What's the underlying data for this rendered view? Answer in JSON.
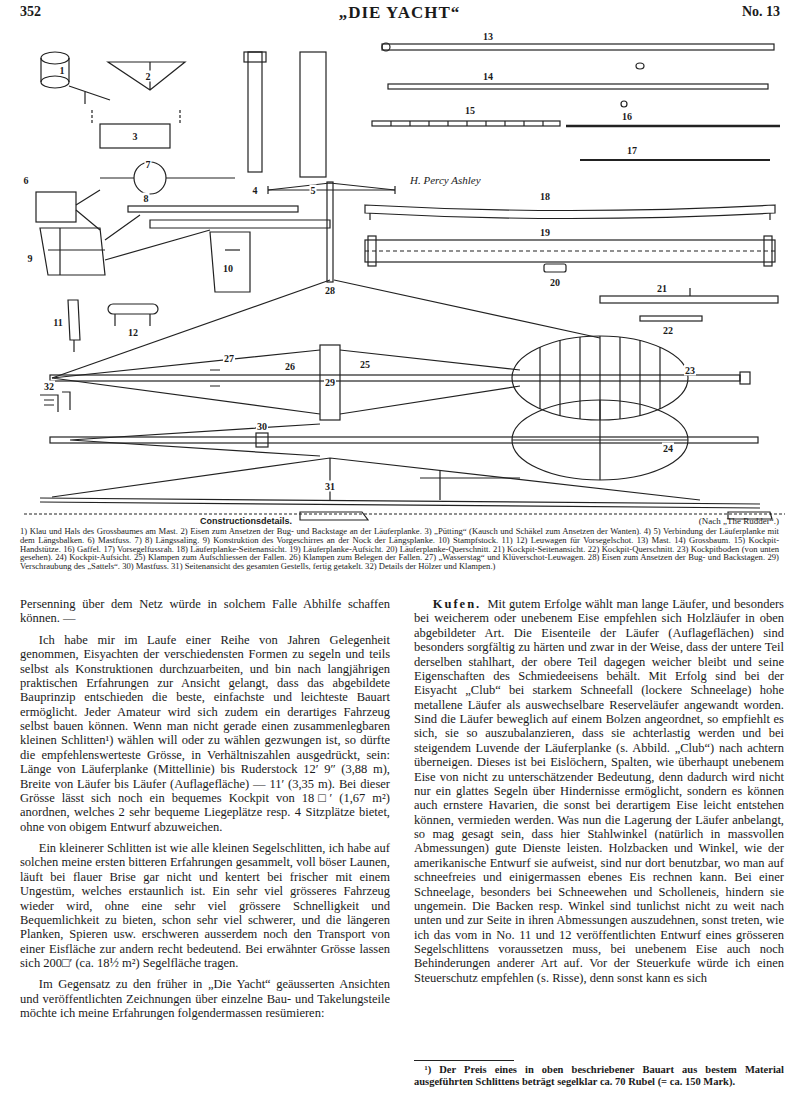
{
  "diagram": {
    "title": "„DIE YACHT“",
    "caption": "Constructionsdetails.",
    "labels": [
      "352",
      "No. 13",
      "1",
      "2",
      "3",
      "4",
      "5",
      "6",
      "7",
      "8",
      "9",
      "10",
      "11",
      "12",
      "13",
      "14",
      "15",
      "16",
      "17",
      "18",
      "19",
      "20",
      "21",
      "22",
      "23",
      "24",
      "25",
      "26",
      "27",
      "28",
      "29",
      "30",
      "31",
      "32",
      "H. Percy Ashley",
      "(Nach „The Rudder“.)",
      "1) Klau und Hals des Grossbaumes am Mast. 2) Eisen zum Ansetzen der Bug- und Backstage an der Läuferplanke. 3) „Pütting“ (Kausch und Schäkel zum Ansetzen der Wanten). 4) 5) Verbindung der Läuferplanke mit dem Längsbalken. 6) Mastfuss. 7) 8) Längssaling. 9) Konstruktion des Vorgeschirres an der Nock der Längsplanke. 10) Stampfstock. 11) 12) Leuwagen für Vorsegelschot. 13) Mast. 14) Grossbaum. 15) Kockpit-Handstütze. 16) Gaffel. 17) Vorsegelfussrah. 18) Läuferplanke-Seitenansicht. 19) Läuferplanke-Aufsicht. 20) Läuferplanke-Querschnitt. 21) Kockpit-Seitenansicht. 22) Kockpit-Querschnitt. 23) Kockpitboden (von unten gesehen). 24) Kockpit-Aufsicht. 25) Klampen zum Aufschliessen der Fallen. 26) Klampen zum Belegen der Fallen. 27) „Wasserstag“ und Klüverschot-Leuwagen. 28) Eisen zum Ansetzen der Bug- und Backstagen. 29) Verschraubung des „Sattels“. 30) Mastfuss. 31) Seitenansicht des gesamten Gestells, fertig getakelt. 32) Details der Hölzer und Klampen.)",
      "Persenning über dem Netz würde in solchem Falle Abhilfe schaffen können. —",
      "Ich habe mir im Laufe einer Reihe von Jahren Gelegenheit genommen, Eisyachten der verschiedensten Formen zu segeln und teils selbst als Konstruktionen durchzuarbeiten, und bin nach langjährigen praktischen Erfahrungen zur Ansicht gelangt, dass das abgebildete Bauprinzip entschieden die beste, einfachste und leichteste Bauart ermöglicht. Jeder Amateur wird sich zudem ein derartiges Fahrzeug selbst bauen können. Wenn man nicht gerade einen zusammenlegbaren kleinen Schlitten¹) wählen will oder zu wählen gezwungen ist, so dürfte die empfehlenswerteste Grösse, in Verhältniszahlen ausgedrückt, sein: Länge von Läuferplanke (Mittellinie) bis Ruderstock 12′ 9″ (3,88 m), Breite von Läufer bis Läufer (Auflagefläche) — 11′ (3,35 m). Bei dieser Grösse lässt sich noch ein bequemes Kockpit von 18□′ (1,67 m²) anordnen, welches 2 sehr bequeme Liegeplätze resp. 4 Sitzplätze bietet, ohne von obigem Entwurf abzuweichen.",
      "Ein kleinerer Schlitten ist wie alle kleinen Segelschlitten, ich habe auf solchen meine ersten bitteren Erfahrungen gesammelt, voll böser Launen, läuft bei flauer Brise gar nicht und kentert bei frischer mit einem Ungestüm, welches erstaunlich ist. Ein sehr viel grösseres Fahrzeug wieder wird, ohne eine sehr viel grössere Schnelligkeit und Bequemlichkeit zu bieten, schon sehr viel schwerer, und die längeren Planken, Spieren usw. erschweren ausserdem noch den Transport von einer Eisfläche zur andern recht bedeutend. Bei erwähnter Grösse lassen sich 200□′ (ca. 18½ m²) Segelfläche tragen.",
      "Im Gegensatz zu den früher in „Die Yacht“ geäusserten Ansichten und veröffentlichten Zeichnungen über einzelne Bau- und Takelungsteile möchte ich meine Erfahrungen folgendermassen resümieren:",
      "Kufen.",
      "Mit gutem Erfolge wählt man lange Läufer, und besonders bei weicherem oder unebenem Eise empfehlen sich Holzläufer in oben abgebildeter Art. Die Eisenteile der Läufer (Auflageflächen) sind besonders sorgfältig zu härten und zwar in der Weise, dass der untere Teil derselben stahlhart, der obere Teil dagegen weicher bleibt und seine Eigenschaften des Schmiedeeisens behält. Mit Erfolg sind bei der Eisyacht „Club“ bei starkem Schneefall (lockere Schneelage) hohe metallene Läufer als auswechselbare Reserveläufer angewandt worden. Sind die Läufer beweglich auf einem Bolzen angeordnet, so empfiehlt es sich, sie so auszubalanzieren, dass sie achterlastig werden und bei steigendem Luvende der Läuferplanke (s. Abbild. „Club“) nach achtern überneigen. Dieses ist bei Eislöchern, Spalten, wie überhaupt unebenem Eise von nicht zu unterschätzender Bedeutung, denn dadurch wird nicht nur ein glattes Segeln über Hindernisse ermöglicht, sondern es können auch ernstere Havarien, die sonst bei derartigem Eise leicht entstehen können, vermieden werden. Was nun die Lagerung der Läufer anbelangt, so mag gesagt sein, dass hier Stahlwinkel (natürlich in massvollen Abmessungen) gute Dienste leisten. Holzbacken und Winkel, wie der amerikanische Entwurf sie aufweist, sind nur dort benutzbar, wo man auf schneefreies und einigermassen ebenes Eis rechnen kann. Bei einer Schneelage, besonders bei Schneewehen und Scholleneis, hindern sie ungemein. Die Backen resp. Winkel sind tunlichst nicht zu weit nach unten und zur Seite in ihren Abmessungen auszudehnen, sonst treten, wie ich das vom in No. 11 und 12 veröffentlichten Entwurf eines grösseren Segelschlittens voraussetzen muss, bei unebenem Eise auch noch Behinderungen anderer Art auf. Vor der Steuerkufe würde ich einen Steuerschutz empfehlen (s. Risse), denn sonst kann es sich",
      "¹) Der Preis eines in oben beschriebener Bauart aus bestem Material ausgeführten Schlittens beträgt segelklar ca. 70 Rubel (= ca. 150 Mark)."
    ]
  }
}
